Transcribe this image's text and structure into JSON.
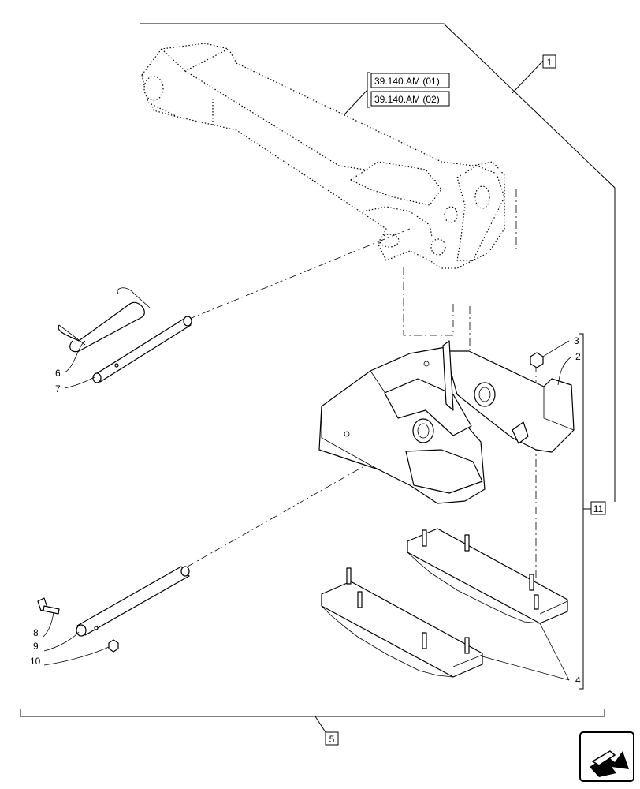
{
  "callouts": {
    "c1": "1",
    "c2": "2",
    "c3": "3",
    "c4": "4",
    "c5": "5",
    "c6": "6",
    "c7": "7",
    "c8": "8",
    "c9": "9",
    "c10": "10",
    "c11": "11"
  },
  "references": [
    "39.140.AM (01)",
    "39.140.AM (02)"
  ],
  "nav_icon": "arrow-next-icon"
}
